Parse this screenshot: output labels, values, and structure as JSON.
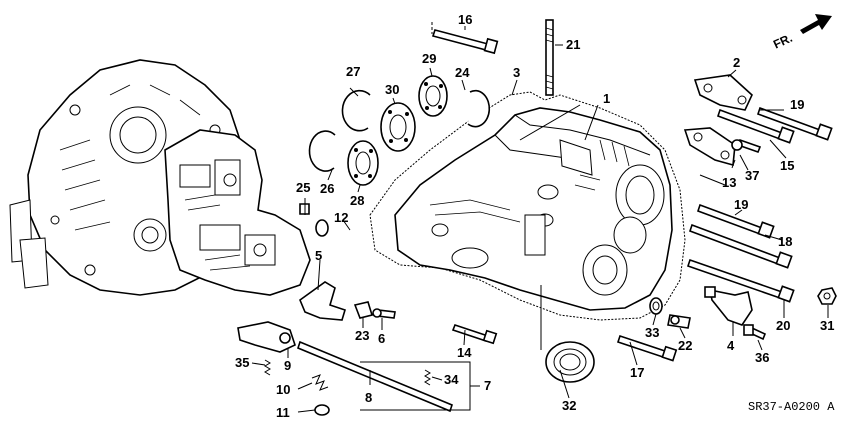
{
  "diagram_code": "SR37-A0200 A",
  "direction_label": "FR.",
  "callouts": {
    "c1": "1",
    "c2": "2",
    "c3": "3",
    "c4": "4",
    "c5": "5",
    "c6": "6",
    "c7": "7",
    "c8": "8",
    "c9": "9",
    "c10": "10",
    "c11": "11",
    "c12": "12",
    "c13": "13",
    "c14": "14",
    "c15": "15",
    "c16": "16",
    "c17": "17",
    "c18": "18",
    "c19": "19",
    "c20": "20",
    "c21": "21",
    "c22": "22",
    "c23": "23",
    "c24": "24",
    "c25": "25",
    "c26": "26",
    "c27": "27",
    "c28": "28",
    "c29": "29",
    "c30": "30",
    "c31": "31",
    "c32": "32",
    "c33": "33",
    "c34": "34",
    "c35": "35",
    "c36": "36",
    "c37": "37"
  }
}
